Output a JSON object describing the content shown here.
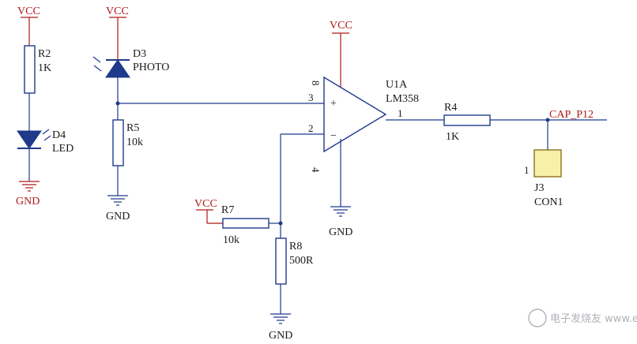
{
  "labels": {
    "vcc1": "VCC",
    "vcc2": "VCC",
    "vcc3": "VCC",
    "vcc4": "VCC",
    "r2_ref": "R2",
    "r2_val": "1K",
    "d4_ref": "D4",
    "d4_val": "LED",
    "gnd1": "GND",
    "d3_ref": "D3",
    "d3_val": "PHOTO",
    "r5_ref": "R5",
    "r5_val": "10k",
    "gnd2": "GND",
    "u1_ref": "U1A",
    "u1_val": "LM358",
    "pin8": "8",
    "pin3": "3",
    "pin2": "2",
    "pin4": "4",
    "pin1": "1",
    "plus": "+",
    "minus": "−",
    "gnd3": "GND",
    "r4_ref": "R4",
    "r4_val": "1K",
    "net_label": "CAP_P12",
    "j3_ref": "J3",
    "j3_val": "CON1",
    "j3_pin": "1",
    "r7_ref": "R7",
    "r7_val": "10k",
    "r8_ref": "R8",
    "r8_val": "500R",
    "gnd4": "GND",
    "watermark": "电子发烧友 www.elecfans.com"
  },
  "colors": {
    "power_text": "#b01818",
    "wire_power": "#b01818",
    "wire_signal": "#1f3a8a",
    "component_fill": "#ffffff",
    "led_fill": "#1f3a8a",
    "connector_fill": "#f7f0a8"
  }
}
